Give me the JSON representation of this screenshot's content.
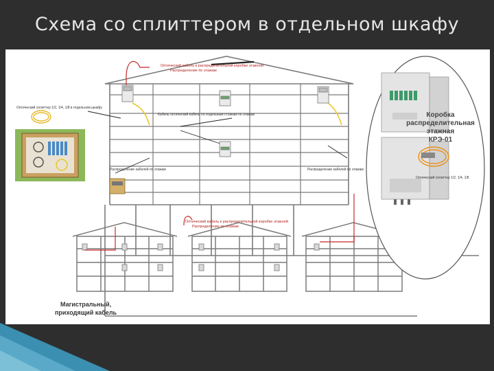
{
  "title": "Схема со сплиттером в отдельном шкафу",
  "labels": {
    "top_cable": "Оптический кабель к распределительной коробке этажной",
    "top_cable_note": "Распределение по этажам",
    "splitter_left": "Оптический сплиттер 1/2, 1/4, 1/8 в отдельном шкафу",
    "riser": "Кабель оптический кабель по отдельным стоякам по этажам",
    "left_dist": "Распределение кабелей по этажам",
    "right_dist": "Распределение кабелей по этажам",
    "box_title_1": "Коробка",
    "box_title_2": "распределительная",
    "box_title_3": "этажная",
    "box_title_4": "КРЭ-01",
    "splitter_right": "Оптический сплиттер 1/2, 1/4, 1/8",
    "bottom_cable": "Оптический кабель к распределительной коробке этажной",
    "bottom_cable_note": "Распределение по этажам",
    "main_cable_1": "Магистральный,",
    "main_cable_2": "приходящий кабель"
  },
  "colors": {
    "background": "#2e2e2e",
    "panel": "#ffffff",
    "fiber": "#e8c828",
    "cable_red": "#c62828",
    "building": "#7a7a7a",
    "cabinet": "#c8a060"
  }
}
